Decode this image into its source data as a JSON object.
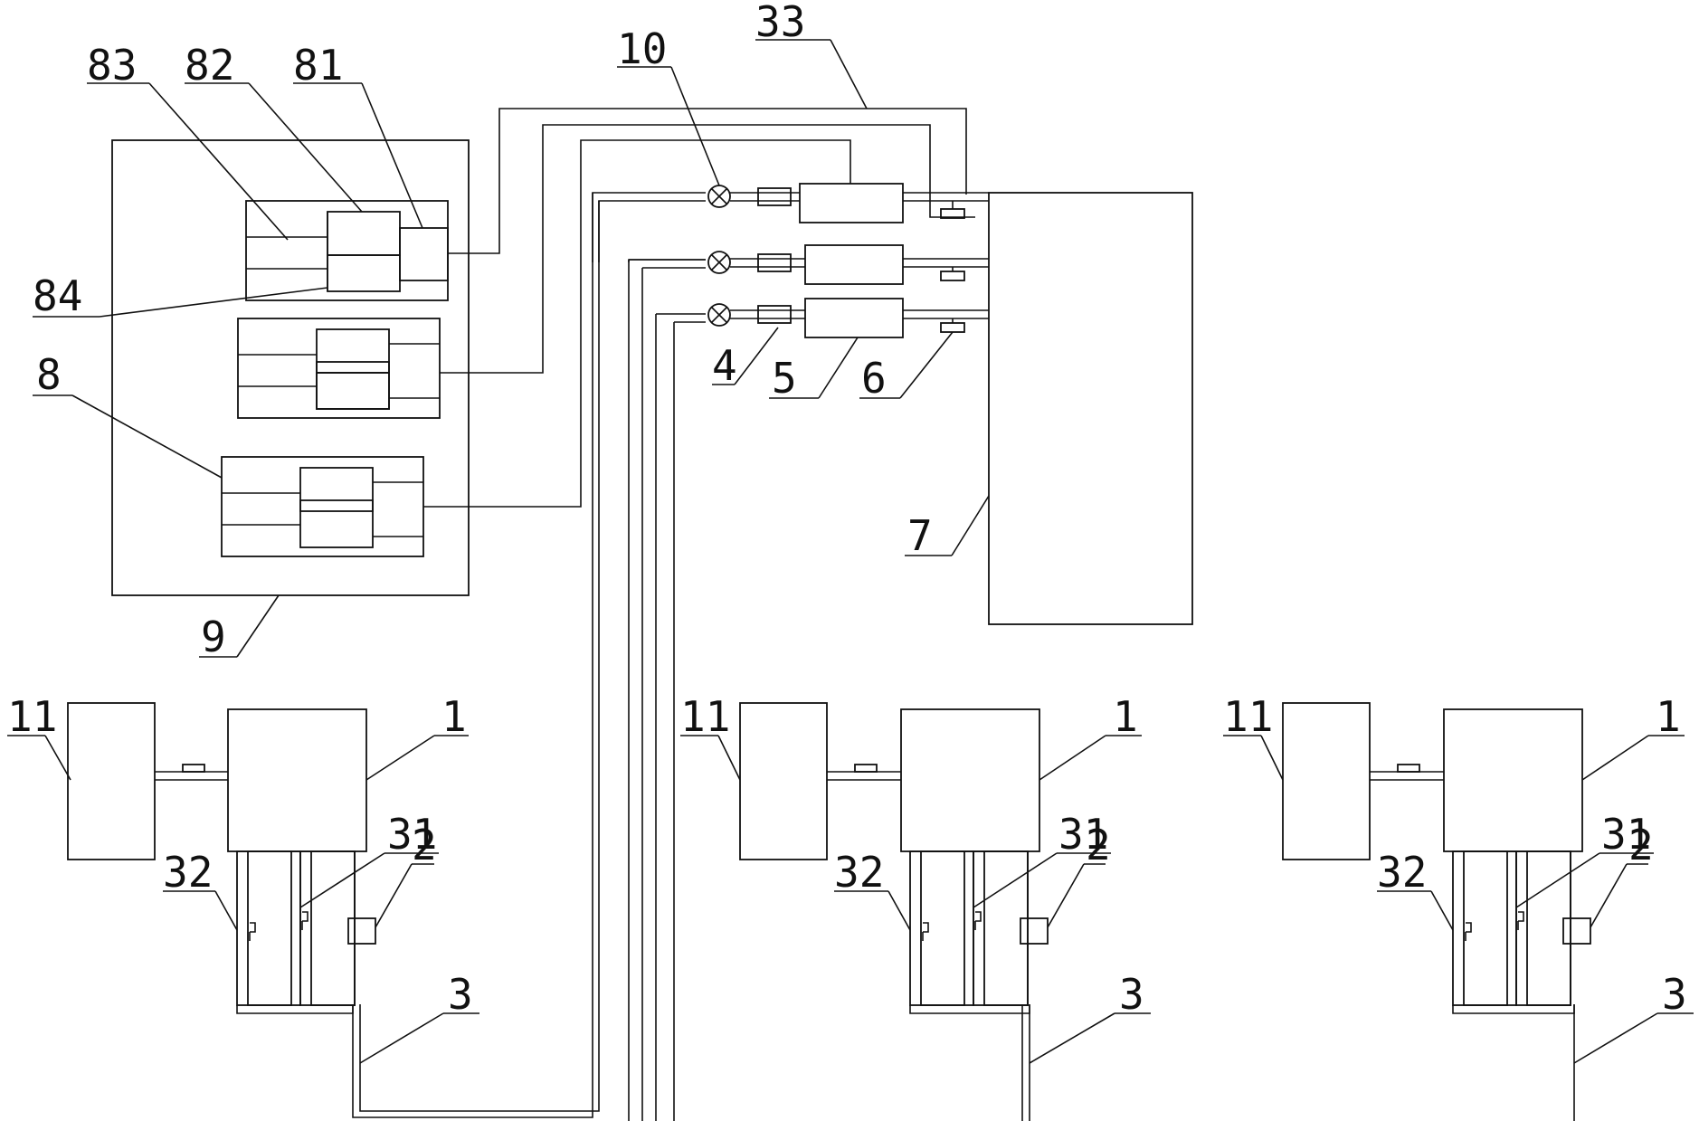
{
  "diagram": {
    "labels": {
      "l83": "83",
      "l82": "82",
      "l81": "81",
      "l84": "84",
      "l8": "8",
      "l9": "9",
      "l10": "10",
      "l33": "33",
      "l4": "4",
      "l5": "5",
      "l6": "6",
      "l7": "7",
      "unit_a": {
        "n11": "11",
        "n1": "1",
        "n31": "31",
        "n32": "32",
        "n2": "2",
        "n3": "3"
      },
      "unit_b": {
        "n11": "11",
        "n1": "1",
        "n31": "31",
        "n32": "32",
        "n2": "2",
        "n3": "3"
      },
      "unit_c": {
        "n11": "11",
        "n1": "1",
        "n31": "31",
        "n32": "32",
        "n2": "2",
        "n3": "3"
      }
    }
  }
}
